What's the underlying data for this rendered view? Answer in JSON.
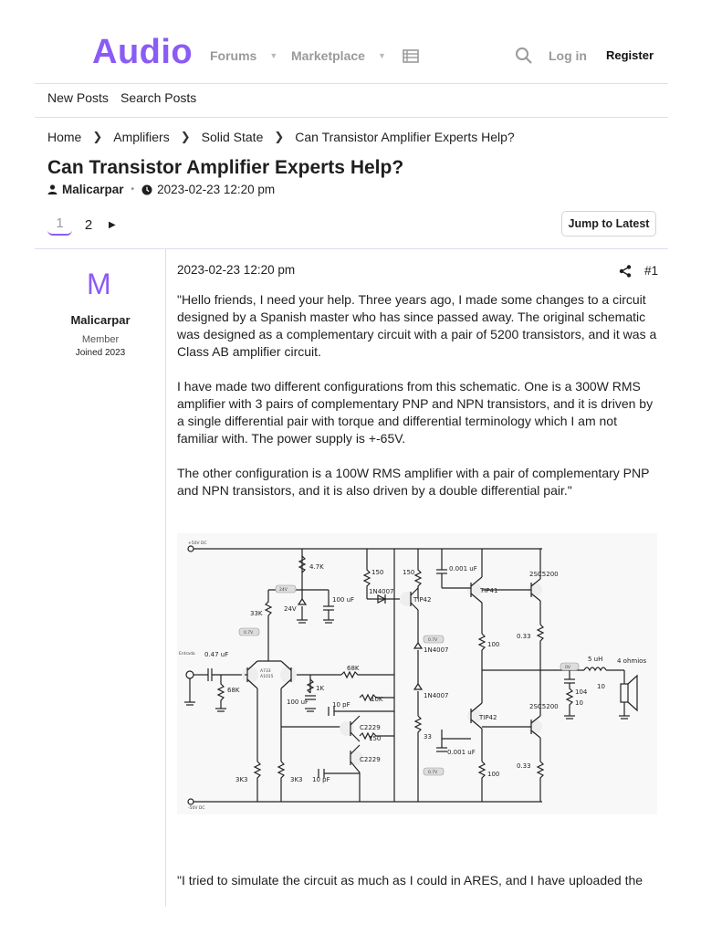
{
  "header": {
    "logo": "Audio",
    "forums": "Forums",
    "marketplace": "Marketplace",
    "login": "Log in",
    "register": "Register"
  },
  "subnav": {
    "new_posts": "New Posts",
    "search_posts": "Search Posts"
  },
  "breadcrumb": [
    "Home",
    "Amplifiers",
    "Solid State",
    "Can Transistor Amplifier Experts Help?"
  ],
  "thread": {
    "title": "Can Transistor Amplifier Experts Help?",
    "author": "Malicarpar",
    "date": "2023-02-23 12:20 pm"
  },
  "pagination": {
    "pages": [
      "1",
      "2"
    ],
    "current": "1",
    "jump_label": "Jump to Latest"
  },
  "post": {
    "avatar_letter": "M",
    "username": "Malicarpar",
    "role": "Member",
    "joined": "Joined 2023",
    "date": "2023-02-23 12:20 pm",
    "number": "#1",
    "paragraphs": [
      "\"Hello friends, I need your help. Three years ago, I made some changes to a circuit designed by a Spanish master who has since passed away. The original schematic was designed as a complementary circuit with a pair of 5200 transistors, and it was a Class AB amplifier circuit.",
      "I have made two different configurations from this schematic. One is a 300W RMS amplifier with 3 pairs of complementary PNP and NPN transistors, and it is driven by a single differential pair with torque and differential terminology which I am not familiar with. The power supply is +-65V.",
      "The other configuration is a 100W RMS amplifier with a pair of complementary PNP and NPN transistors, and it is also driven by a double differential pair.\""
    ],
    "last_paragraph": "\"I tried to simulate the circuit as much as I could in ARES, and I have uploaded the"
  },
  "schematic": {
    "labels": {
      "vpos": "+50V DC",
      "vneg": "-50V DC",
      "entrada": "Entrada",
      "cin": "0.47 uF",
      "r_in": "68K",
      "q_pair": "A733",
      "q_pair2": "A1015",
      "r47k": "4.7K",
      "r33k": "33K",
      "v24": "24V",
      "v24b": "24V",
      "c100a": "100 uF",
      "c100b": "100 uF",
      "r1k": "1K",
      "r68k": "68K",
      "c10pf_a": "10 pF",
      "c10pf_b": "10 pF",
      "r10k": "10K",
      "r150a": "150",
      "r150b": "150",
      "r150c": "150",
      "c2229a": "C2229",
      "c2229b": "C2229",
      "r3k3a": "3K3",
      "r3k3b": "3K3",
      "d1": "1N4007",
      "d2": "1N4007",
      "d3": "1N4007",
      "tip42a": "TIP42",
      "tip42b": "TIP42",
      "tip41": "TIP41",
      "c0001a": "0.001 uF",
      "c0001b": "0.001 uF",
      "r100a": "100",
      "r100b": "100",
      "r33": "33",
      "q5200a": "2SC5200",
      "q5200b": "2SC5200",
      "r033a": "0.33",
      "r033b": "0.33",
      "v07a": "0.7V",
      "v07b": "0.7V",
      "v07c": "0.7V",
      "v0": "0V",
      "l5uh": "5 uH",
      "r10a": "10",
      "r10b": "10",
      "c104": "104",
      "spk": "4 ohmios"
    }
  }
}
